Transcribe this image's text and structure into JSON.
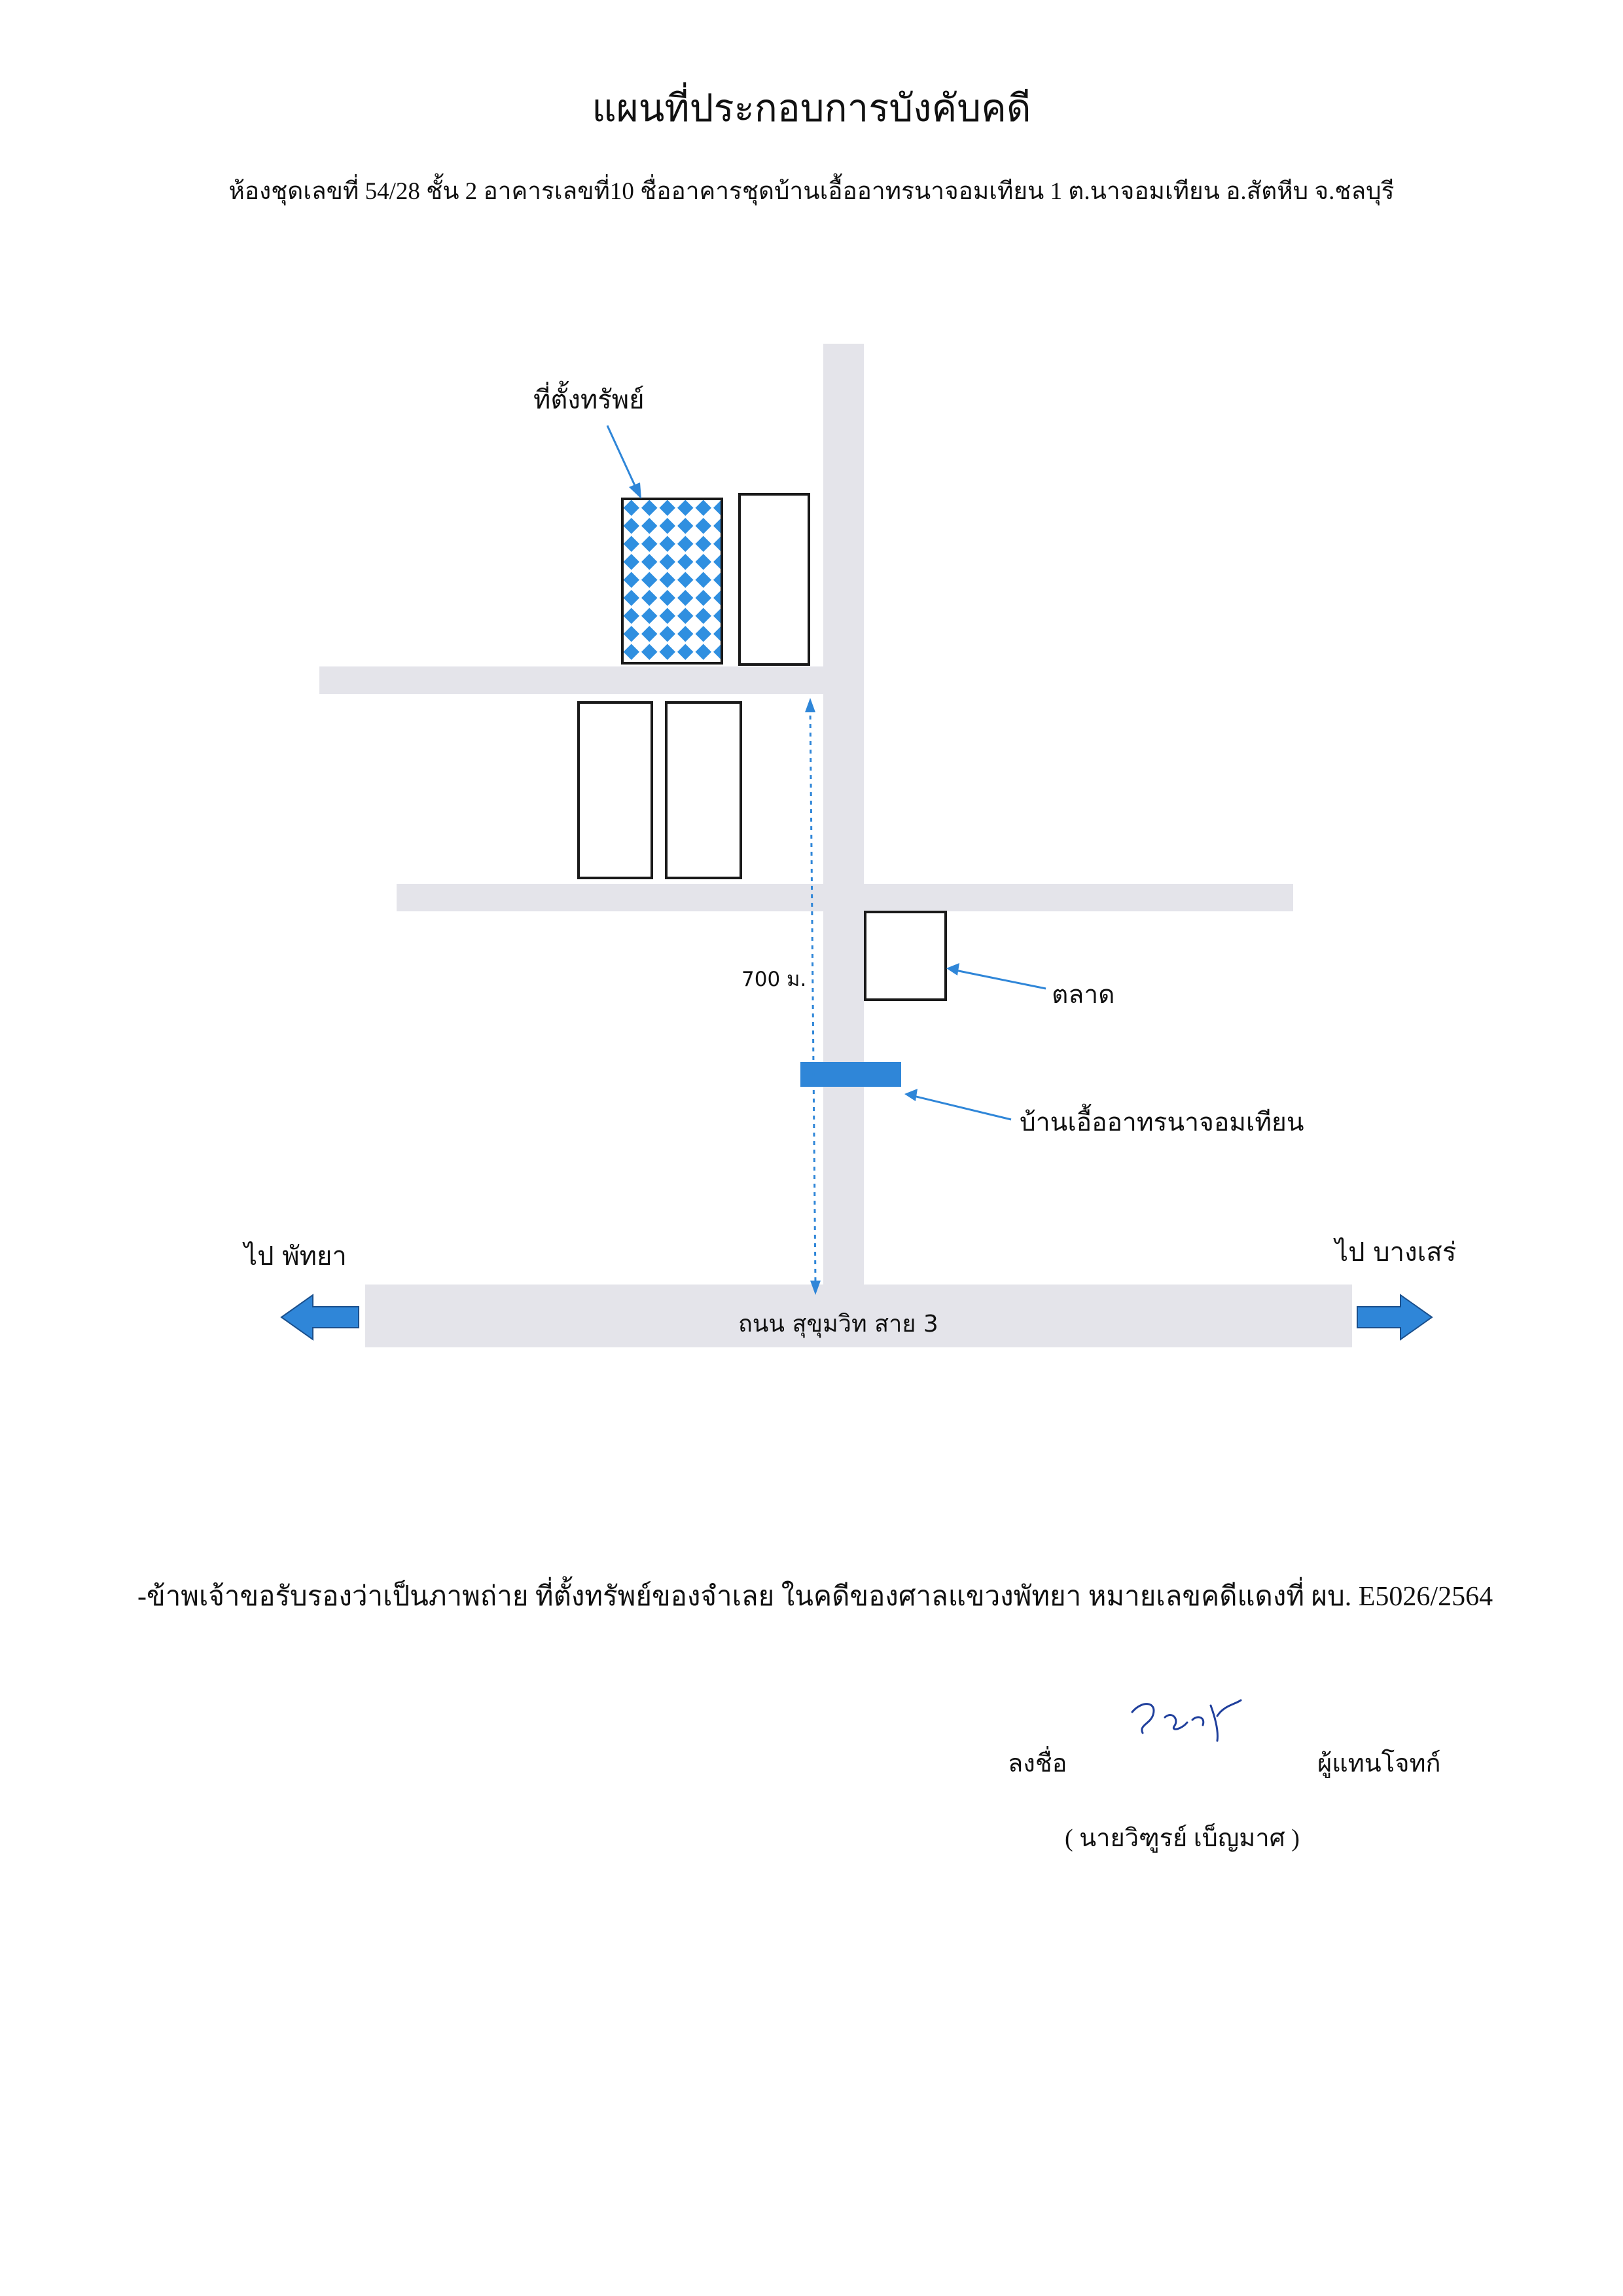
{
  "document": {
    "title": "แผนที่ประกอบการบังคับคดี",
    "subtitle": "ห้องชุดเลขที่ 54/28 ชั้น 2 อาคารเลขที่10 ชื่ออาคารชุดบ้านเอื้ออาทรนาจอมเทียน 1 ต.นาจอมเทียน อ.สัตหีบ จ.ชลบุรี"
  },
  "map": {
    "property_label": "ที่ตั้งทรัพย์",
    "distance_label": "700 ม.",
    "market_label": "ตลาด",
    "building_label": "บ้านเอื้ออาทรนาจอมเทียน",
    "left_direction_label": "ไป พัทยา",
    "right_direction_label": "ไป บางเสร่",
    "main_road_label": "ถนน สุขุมวิท สาย 3",
    "colors": {
      "road": "#e4e4ea",
      "property_fill": "#ffffff",
      "property_pattern": "#2f8fe0",
      "accent_blue": "#2f86d8",
      "outline": "#1a1a1a"
    }
  },
  "certification": {
    "statement": "-ข้าพเจ้าขอรับรองว่าเป็นภาพถ่าย ที่ตั้งทรัพย์ของจำเลย ในคดีของศาลแขวงพัทยา หมายเลขคดีแดงที่ ผบ. E5026/2564",
    "sign_label": "ลงชื่อ",
    "signer_role": "ผู้แทนโจทก์",
    "signer_name": "( นายวิฑูรย์ เบ็ญมาศ )"
  }
}
